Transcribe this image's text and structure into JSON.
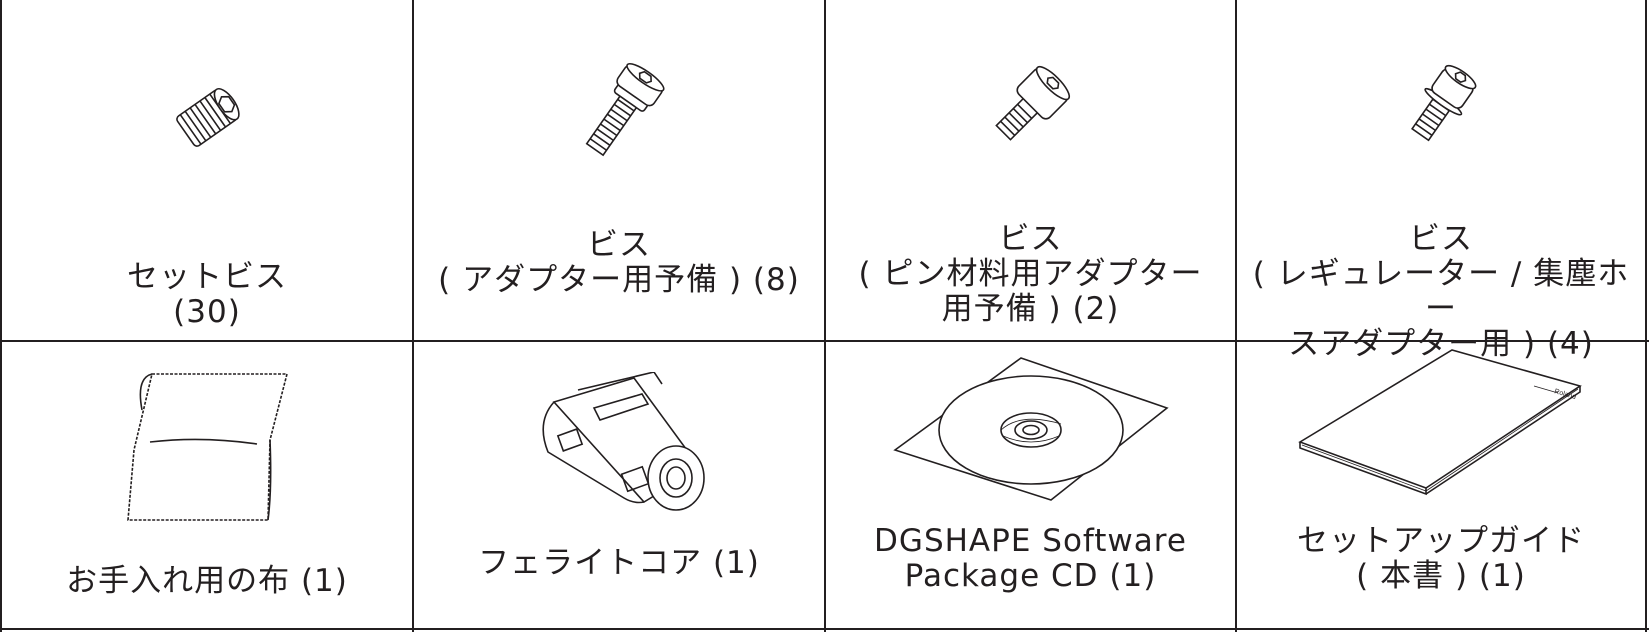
{
  "items": [
    {
      "name": "set-screw",
      "icon": "set-screw-icon",
      "lines": [
        "セットビス",
        "(30)"
      ]
    },
    {
      "name": "screw-adapter-spare",
      "icon": "screw-icon",
      "lines": [
        "ビス",
        "( アダプター用予備 ) (8)"
      ]
    },
    {
      "name": "screw-pin-adapter-spare",
      "icon": "screw-icon",
      "lines": [
        "ビス",
        "( ピン材料用アダプター",
        "用予備 ) (2)"
      ]
    },
    {
      "name": "screw-regulator-hose-adapter",
      "icon": "screw-washer-icon",
      "lines": [
        "ビス",
        "( レギュレーター / 集塵ホー",
        "スアダプター用 ) (4)"
      ]
    },
    {
      "name": "cleaning-cloth",
      "icon": "cloth-icon",
      "lines": [
        "お手入れ用の布 (1)"
      ]
    },
    {
      "name": "ferrite-core",
      "icon": "ferrite-core-icon",
      "lines": [
        "フェライトコア (1)"
      ]
    },
    {
      "name": "software-cd",
      "icon": "cd-icon",
      "lines": [
        "DGSHAPE Software",
        "Package CD (1)"
      ]
    },
    {
      "name": "setup-guide",
      "icon": "booklet-icon",
      "lines": [
        "セットアップガイド",
        "( 本書 ) (1)"
      ]
    }
  ],
  "booklet_brand": "Roland"
}
